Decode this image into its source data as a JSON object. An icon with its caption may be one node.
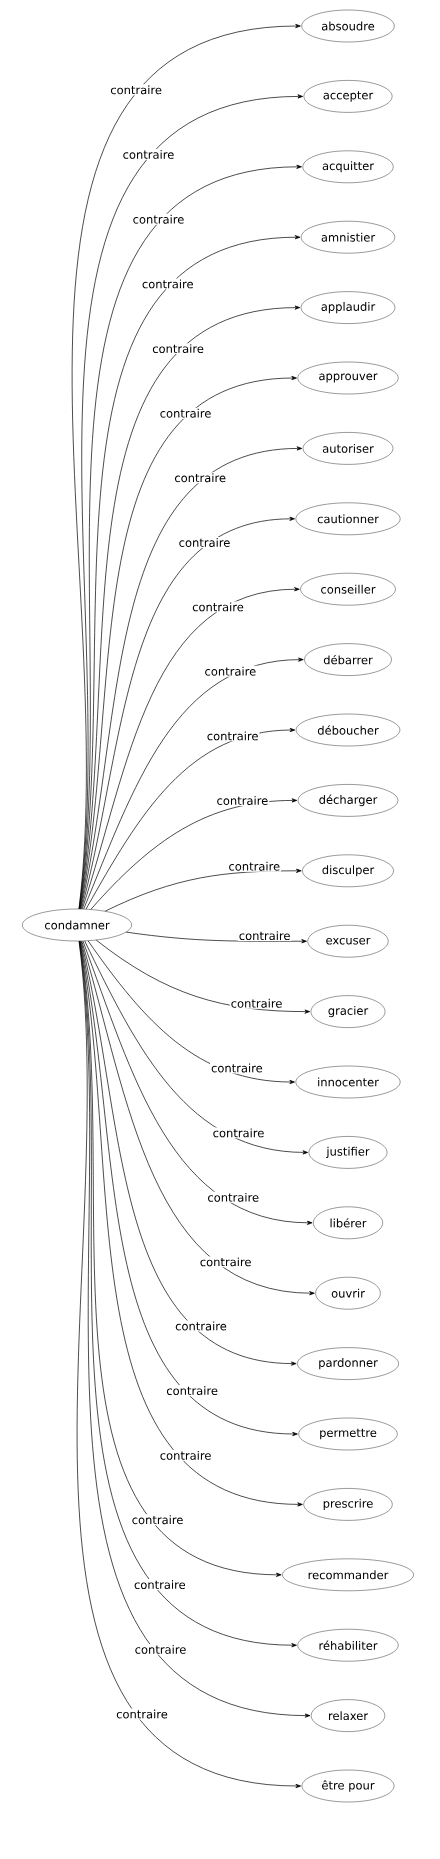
{
  "diagram": {
    "nodes": [
      {
        "text": [
          "condamner"
        ]
      },
      {
        "text": [
          "absoudre"
        ]
      },
      {
        "text": [
          "accepter"
        ]
      },
      {
        "text": [
          "acquitter"
        ]
      },
      {
        "text": [
          "amnistier"
        ]
      },
      {
        "text": [
          "applaudir"
        ]
      },
      {
        "text": [
          "approuver"
        ]
      },
      {
        "text": [
          "autoriser"
        ]
      },
      {
        "text": [
          "cautionner"
        ]
      },
      {
        "text": [
          "conseiller"
        ]
      },
      {
        "text": [
          "débarrer"
        ]
      },
      {
        "text": [
          "déboucher"
        ]
      },
      {
        "text": [
          "décharger"
        ]
      },
      {
        "text": [
          "disculper"
        ]
      },
      {
        "text": [
          "excuser"
        ]
      },
      {
        "text": [
          "gracier"
        ]
      },
      {
        "text": [
          "innocenter"
        ]
      },
      {
        "text": [
          "justifier"
        ]
      },
      {
        "text": [
          "libérer"
        ]
      },
      {
        "text": [
          "ouvrir"
        ]
      },
      {
        "text": [
          "pardonner"
        ]
      },
      {
        "text": [
          "permettre"
        ]
      },
      {
        "text": [
          "prescrire"
        ]
      },
      {
        "text": [
          "recommander"
        ]
      },
      {
        "text": [
          "réhabiliter"
        ]
      },
      {
        "text": [
          "relaxer"
        ]
      },
      {
        "text": [
          "être pour"
        ]
      }
    ],
    "edges": [
      {
        "from": 0,
        "to": 1,
        "arrow": "to",
        "label": "contraire"
      },
      {
        "from": 0,
        "to": 2,
        "arrow": "to",
        "label": "contraire"
      },
      {
        "from": 0,
        "to": 3,
        "arrow": "to",
        "label": "contraire"
      },
      {
        "from": 0,
        "to": 4,
        "arrow": "to",
        "label": "contraire"
      },
      {
        "from": 0,
        "to": 5,
        "arrow": "to",
        "label": "contraire"
      },
      {
        "from": 0,
        "to": 6,
        "arrow": "to",
        "label": "contraire"
      },
      {
        "from": 0,
        "to": 7,
        "arrow": "to",
        "label": "contraire"
      },
      {
        "from": 0,
        "to": 8,
        "arrow": "to",
        "label": "contraire"
      },
      {
        "from": 0,
        "to": 9,
        "arrow": "to",
        "label": "contraire"
      },
      {
        "from": 0,
        "to": 10,
        "arrow": "to",
        "label": "contraire"
      },
      {
        "from": 0,
        "to": 11,
        "arrow": "to",
        "label": "contraire"
      },
      {
        "from": 0,
        "to": 12,
        "arrow": "to",
        "label": "contraire"
      },
      {
        "from": 0,
        "to": 13,
        "arrow": "to",
        "label": "contraire"
      },
      {
        "from": 0,
        "to": 14,
        "arrow": "to",
        "label": "contraire"
      },
      {
        "from": 0,
        "to": 15,
        "arrow": "to",
        "label": "contraire"
      },
      {
        "from": 0,
        "to": 16,
        "arrow": "to",
        "label": "contraire"
      },
      {
        "from": 0,
        "to": 17,
        "arrow": "to",
        "label": "contraire"
      },
      {
        "from": 0,
        "to": 18,
        "arrow": "to",
        "label": "contraire"
      },
      {
        "from": 0,
        "to": 19,
        "arrow": "to",
        "label": "contraire"
      },
      {
        "from": 0,
        "to": 20,
        "arrow": "to",
        "label": "contraire"
      },
      {
        "from": 0,
        "to": 21,
        "arrow": "to",
        "label": "contraire"
      },
      {
        "from": 0,
        "to": 22,
        "arrow": "to",
        "label": "contraire"
      },
      {
        "from": 0,
        "to": 23,
        "arrow": "to",
        "label": "contraire"
      },
      {
        "from": 0,
        "to": 24,
        "arrow": "to",
        "label": "contraire"
      },
      {
        "from": 0,
        "to": 25,
        "arrow": "to",
        "label": "contraire"
      },
      {
        "from": 0,
        "to": 26,
        "arrow": "to",
        "label": "contraire"
      }
    ]
  }
}
